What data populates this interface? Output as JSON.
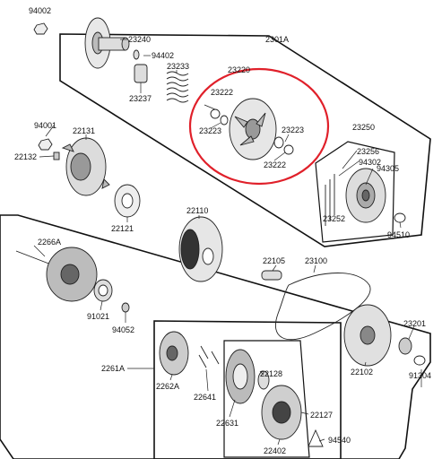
{
  "diagram": {
    "highlight_color": "#e0202a",
    "group_labels": {
      "driven_pulley": "2301A",
      "clutch_assy": "2261A"
    },
    "part_labels": {
      "p94002": "94002",
      "p23240": "23240",
      "p94402": "94402",
      "p23233": "23233",
      "p23237": "23237",
      "p23220": "23220",
      "p23222_top": "23222",
      "p23223_left": "23223",
      "p23223_right": "23223",
      "p23222_bottom": "23222",
      "p23250": "23250",
      "p23256": "23256",
      "p94302": "94302",
      "p94305": "94305",
      "p23252": "23252",
      "p94510": "94510",
      "p94001": "94001",
      "p22131": "22131",
      "p22132": "22132",
      "p22121": "22121",
      "p22110": "22110",
      "p2266A": "2266A",
      "p91021": "91021",
      "p94052": "94052",
      "p22105": "22105",
      "p23100": "23100",
      "p23201": "23201",
      "p22102": "22102",
      "p91304": "91304",
      "p2262A": "2262A",
      "p22641": "22641",
      "p22631": "22631",
      "p22128": "22128",
      "p22127": "22127",
      "p22402": "22402",
      "p94540": "94540"
    }
  }
}
